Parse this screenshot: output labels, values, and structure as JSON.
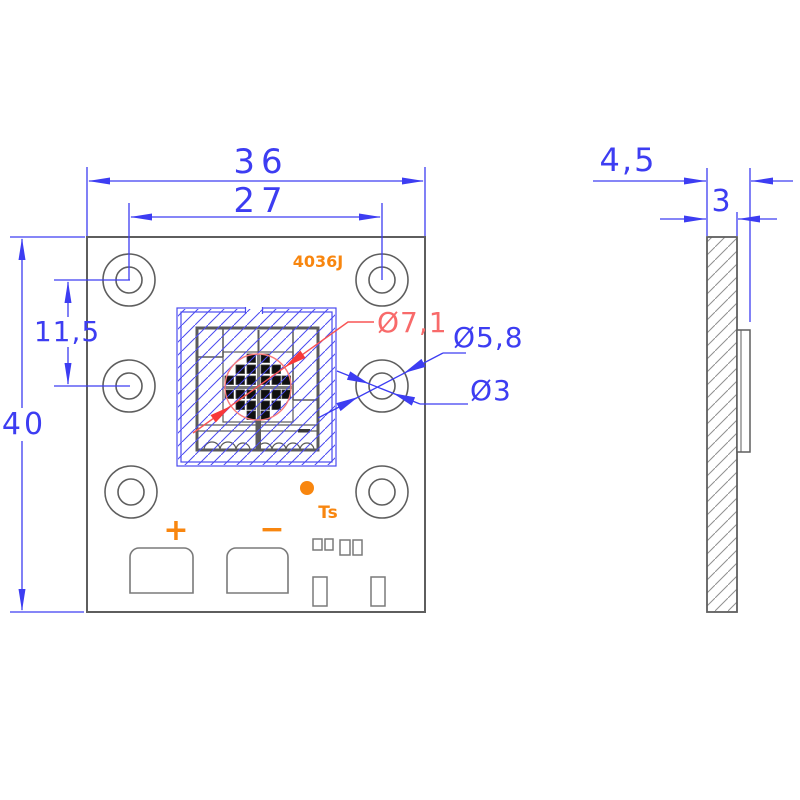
{
  "drawing": {
    "part_code": "4036J",
    "front_view": {
      "dim_outer_width": "36",
      "dim_hole_span": "27",
      "dim_outer_height": "40",
      "dim_hole_pitch": "11,5",
      "dia_emitter": "Ø7,1",
      "dia_hole_outer": "Ø5,8",
      "dia_hole_inner": "Ø3",
      "label_plus": "+",
      "label_minus": "−",
      "label_thermal_sensor": "Ts"
    },
    "side_view": {
      "dim_total_thickness": "4,5",
      "dim_board_thickness": "3"
    },
    "colors": {
      "dimension_blue": "#3d3df2",
      "hatch_blue": "#4a4af0",
      "annotation_red": "#f85555",
      "marking_orange": "#f8860f",
      "edge_gray": "#606060"
    }
  }
}
